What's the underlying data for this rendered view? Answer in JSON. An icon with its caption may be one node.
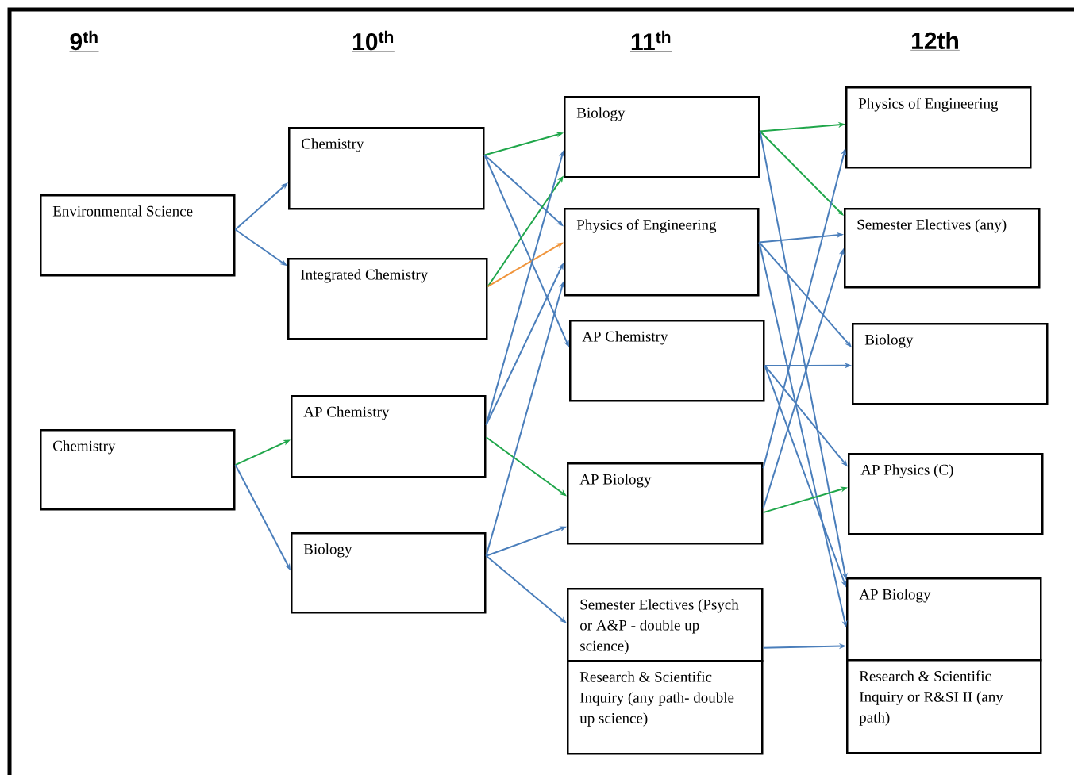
{
  "diagram": {
    "nodes": [
      {
        "text": [
          "Environmental Science"
        ]
      },
      {
        "text": [
          "Chemistry"
        ]
      },
      {
        "text": [
          "Chemistry"
        ]
      },
      {
        "text": [
          "Integrated Chemistry"
        ]
      },
      {
        "text": [
          "AP Chemistry"
        ]
      },
      {
        "text": [
          "Biology"
        ]
      },
      {
        "text": [
          "Biology"
        ]
      },
      {
        "text": [
          "Physics of Engineering"
        ]
      },
      {
        "text": [
          "AP Chemistry"
        ]
      },
      {
        "text": [
          "AP Biology"
        ]
      },
      {
        "text": [
          "Semester Electives (Psych or A&P - double up science)"
        ]
      },
      {
        "text": [
          "Research & Scientific Inquiry (any path- double up science)"
        ]
      },
      {
        "text": [
          "Physics of Engineering"
        ]
      },
      {
        "text": [
          "Semester Electives (any)"
        ]
      },
      {
        "text": [
          "Biology"
        ]
      },
      {
        "text": [
          "AP Physics (C)"
        ]
      },
      {
        "text": [
          "AP Biology"
        ]
      },
      {
        "text": [
          "Research & Scientific Inquiry or R&SI II (any path)"
        ]
      }
    ],
    "edges": [
      {
        "from": 0,
        "to": 2,
        "arrow": "to"
      },
      {
        "from": 0,
        "to": 3,
        "arrow": "to"
      },
      {
        "from": 1,
        "to": 4,
        "arrow": "to",
        "color": "#1fa64a"
      },
      {
        "from": 1,
        "to": 5,
        "arrow": "to"
      },
      {
        "from": 2,
        "to": 6,
        "arrow": "to",
        "color": "#1fa64a"
      },
      {
        "from": 2,
        "to": 7,
        "arrow": "to"
      },
      {
        "from": 2,
        "to": 8,
        "arrow": "to"
      },
      {
        "from": 3,
        "to": 6,
        "arrow": "to",
        "color": "#1fa64a"
      },
      {
        "from": 3,
        "to": 7,
        "arrow": "to",
        "color": "#f0953c"
      },
      {
        "from": 4,
        "to": 6,
        "arrow": "to"
      },
      {
        "from": 4,
        "to": 7,
        "arrow": "to"
      },
      {
        "from": 4,
        "to": 9,
        "arrow": "to",
        "color": "#1fa64a"
      },
      {
        "from": 5,
        "to": 7,
        "arrow": "to"
      },
      {
        "from": 5,
        "to": 9,
        "arrow": "to"
      },
      {
        "from": 5,
        "to": 10,
        "arrow": "to"
      },
      {
        "from": 6,
        "to": 12,
        "arrow": "to",
        "color": "#1fa64a"
      },
      {
        "from": 6,
        "to": 13,
        "arrow": "to",
        "color": "#1fa64a"
      },
      {
        "from": 6,
        "to": 16,
        "arrow": "to"
      },
      {
        "from": 7,
        "to": 13,
        "arrow": "to"
      },
      {
        "from": 7,
        "to": 14,
        "arrow": "to"
      },
      {
        "from": 7,
        "to": 16,
        "arrow": "to"
      },
      {
        "from": 8,
        "to": 14,
        "arrow": "to"
      },
      {
        "from": 8,
        "to": 15,
        "arrow": "to"
      },
      {
        "from": 8,
        "to": 16,
        "arrow": "to"
      },
      {
        "from": 9,
        "to": 12,
        "arrow": "to"
      },
      {
        "from": 9,
        "to": 13,
        "arrow": "to"
      },
      {
        "from": 9,
        "to": 15,
        "arrow": "to",
        "color": "#1fa64a"
      },
      {
        "from": 10,
        "to": 16,
        "arrow": "to"
      }
    ],
    "labels": [
      "9$^{th}$",
      "10$^{th}$",
      "11$^{th}$",
      "12th"
    ]
  }
}
